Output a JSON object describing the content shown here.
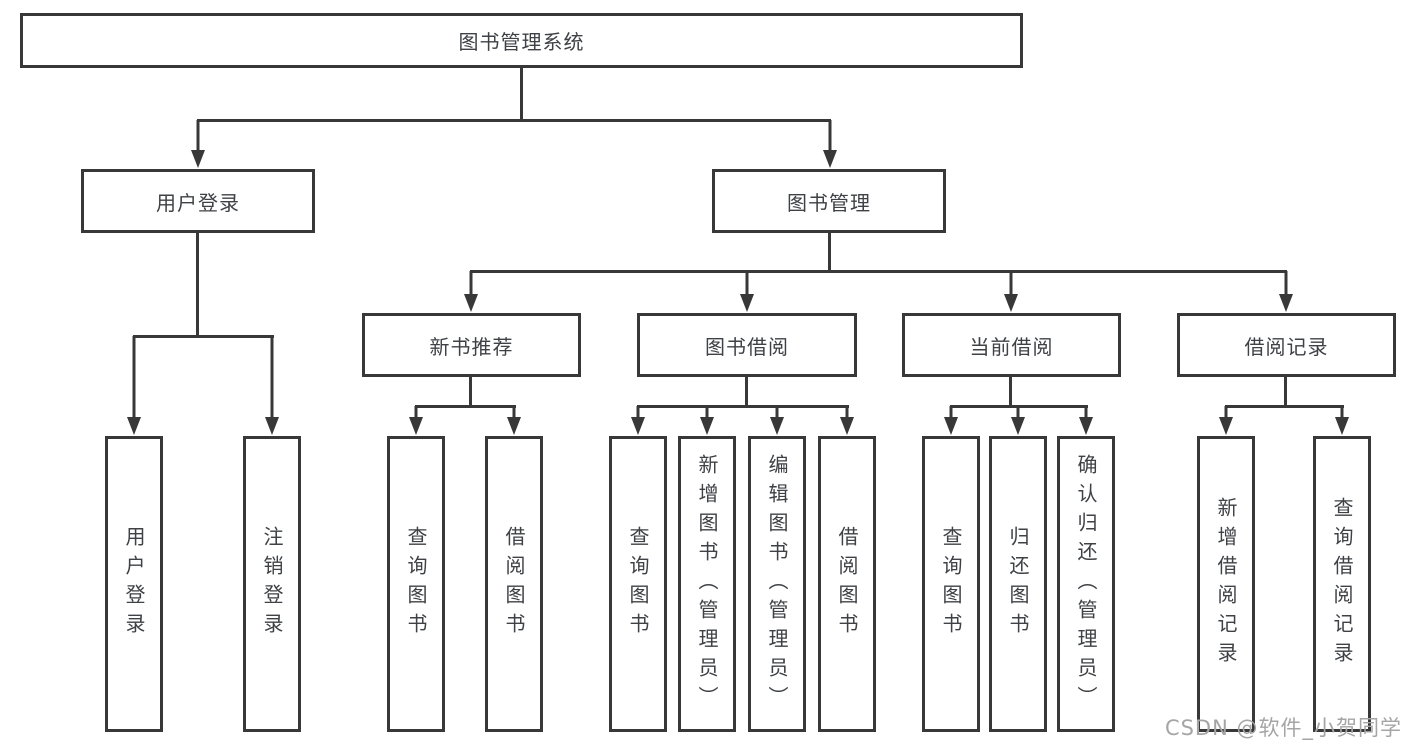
{
  "diagram": {
    "root": "图书管理系统",
    "level2": {
      "user_login": "用户登录",
      "book_mgmt": "图书管理"
    },
    "level3": {
      "new_books": "新书推荐",
      "book_borrow": "图书借阅",
      "current_borrow": "当前借阅",
      "borrow_records": "借阅记录"
    },
    "leaves": {
      "user_login": [
        "用户登录",
        "注销登录"
      ],
      "new_books": [
        "查询图书",
        "借阅图书"
      ],
      "book_borrow": [
        "查询图书",
        "新增图书（管理员）",
        "编辑图书（管理员）",
        "借阅图书"
      ],
      "current_borrow": [
        "查询图书",
        "归还图书",
        "确认归还（管理员）"
      ],
      "borrow_records": [
        "新增借阅记录",
        "查询借阅记录"
      ]
    }
  },
  "watermark": "CSDN @软件_小贺同学",
  "colors": {
    "line": "#383838",
    "text": "#3e4145",
    "watermark": "#a5a5a5",
    "background": "#ffffff"
  }
}
